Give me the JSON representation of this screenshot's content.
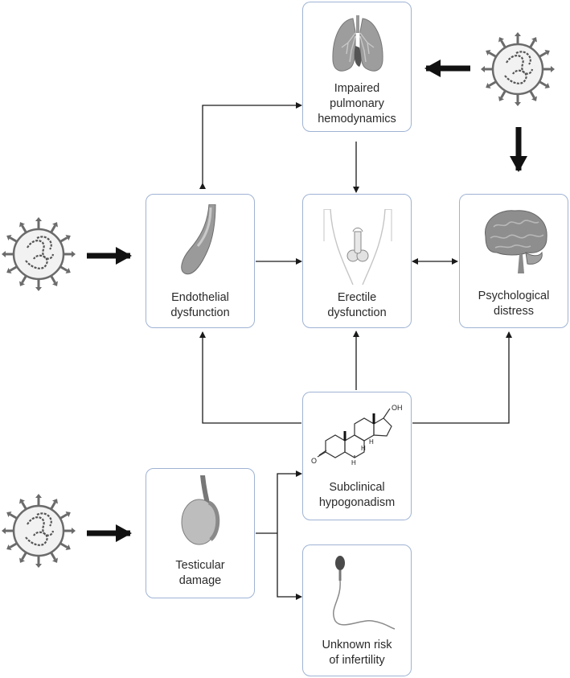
{
  "nodes": {
    "pulmonary": {
      "line1": "Impaired",
      "line2": "pulmonary",
      "line3": "hemodynamics"
    },
    "endothelial": {
      "line1": "Endothelial",
      "line2": "dysfunction"
    },
    "erectile": {
      "line1": "Erectile",
      "line2": "dysfunction"
    },
    "psychological": {
      "line1": "Psychological",
      "line2": "distress"
    },
    "hypogonadism": {
      "line1": "Subclinical",
      "line2": "hypogonadism",
      "oh": "OH",
      "h": "H",
      "o": "O"
    },
    "testicular": {
      "line1": "Testicular",
      "line2": "damage"
    },
    "infertility": {
      "line1": "Unknown risk",
      "line2": "of infertility"
    }
  },
  "colors": {
    "border": "#9fb3d4",
    "arrow": "#1a1a1a",
    "icon_gray": "#8a8a8a"
  },
  "icons": [
    "lungs-icon",
    "blood-vessel-icon",
    "pelvis-icon",
    "brain-icon",
    "testosterone-molecule-icon",
    "testis-icon",
    "sperm-icon",
    "virus-icon"
  ]
}
